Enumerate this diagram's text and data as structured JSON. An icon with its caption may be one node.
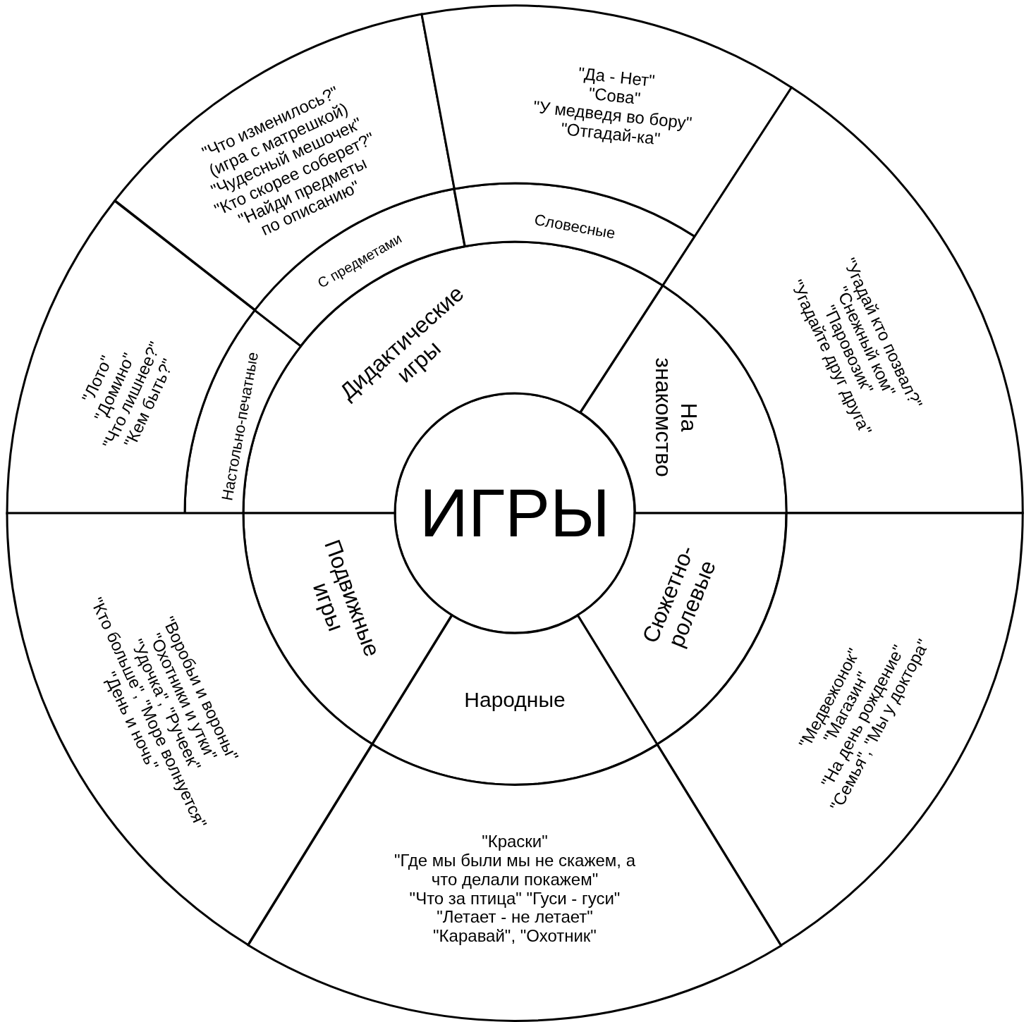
{
  "diagram": {
    "nodes": [
      {
        "text": [
          "ИГРЫ"
        ]
      },
      {
        "text": [
          "Дидактические игры"
        ]
      },
      {
        "text": [
          "Настольно-печатные"
        ]
      },
      {
        "text": [
          "С предметами"
        ]
      },
      {
        "text": [
          "Словесные"
        ]
      },
      {
        "text": [
          "\"Лото\"",
          "\"Домино\"",
          "\"Что лишнее?\"",
          "\"Кем быть?\""
        ]
      },
      {
        "text": [
          "\"Что изменилось?\" (игра с матрешкой)",
          "\"Чудесный мешочек\"",
          "\"Кто скорее соберет?\"",
          "\"Найди предметы по описанию\""
        ]
      },
      {
        "text": [
          "\"Да - Нет\"",
          "\"Сова\"",
          "\"У медведя во бору\"",
          "\"Отгадай-ка\""
        ]
      },
      {
        "text": [
          "На знакомство"
        ]
      },
      {
        "text": [
          "\"Угадай кто позвал?\"",
          "\"Снежный ком\"",
          "\"Паровозик\"",
          "\"Угадайте друг друга\""
        ]
      },
      {
        "text": [
          "Сюжетно-ролевые"
        ]
      },
      {
        "text": [
          "\"Медвежонок\"",
          "\"Магазин\"",
          "\"На день рождение\"",
          "\"Семья\", \"Мы у доктора\""
        ]
      },
      {
        "text": [
          "Народные"
        ]
      },
      {
        "text": [
          "\"Краски\"",
          "\"Где мы были мы не скажем, а что делали покажем\"",
          "\"Что за птица\" \"Гуси - гуси\"",
          "\"Летает - не летает\"",
          "\"Каравай\", \"Охотник\""
        ]
      },
      {
        "text": [
          "Подвижные игры"
        ]
      },
      {
        "text": [
          "\"Воробьи и вороны\"",
          "\"Охотники и утки\"",
          "\"Удочка\", \"Ручеек\"",
          "\"Кто больше\", \"Море волнуется\"",
          "\"День и ночь\""
        ]
      }
    ]
  }
}
